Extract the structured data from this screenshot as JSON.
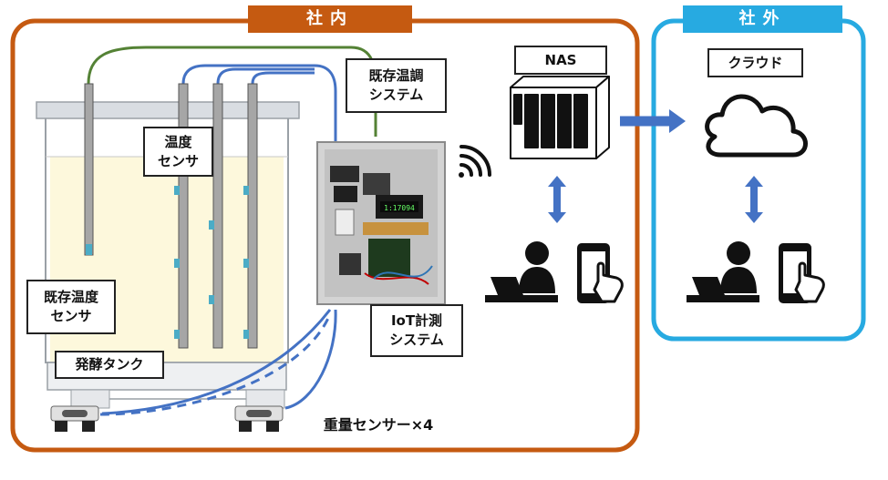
{
  "zones": {
    "internal": {
      "title": "社内",
      "color": "#c55a11"
    },
    "external": {
      "title": "社外",
      "color": "#27aae1"
    }
  },
  "labels": {
    "existing_hvac": [
      "既存温調",
      "システム"
    ],
    "temp_sensor": [
      "温度",
      "センサ"
    ],
    "existing_temp_sensor": [
      "既存温度",
      "センサ"
    ],
    "fermentation_tank": "発酵タンク",
    "iot_system": [
      "IoT計測",
      "システム"
    ],
    "nas": "NAS",
    "cloud": "クラウド",
    "weight_sensor": "重量センサー×4"
  },
  "controller_display": "1:17094",
  "icons": [
    "fermentation-tank-icon",
    "temperature-probe-icon",
    "load-cell-icon",
    "iot-controller-photo",
    "wifi-icon",
    "nas-icon",
    "cloud-icon",
    "person-at-computer-icon",
    "smartphone-tap-icon",
    "double-arrow-icon",
    "right-arrow-icon"
  ],
  "colors": {
    "internal_border": "#c55a11",
    "external_border": "#27aae1",
    "arrow": "#4472c4",
    "hvac_wire": "#548235",
    "sensor_wire": "#4472c4",
    "liquid": "#fdf8dc"
  }
}
